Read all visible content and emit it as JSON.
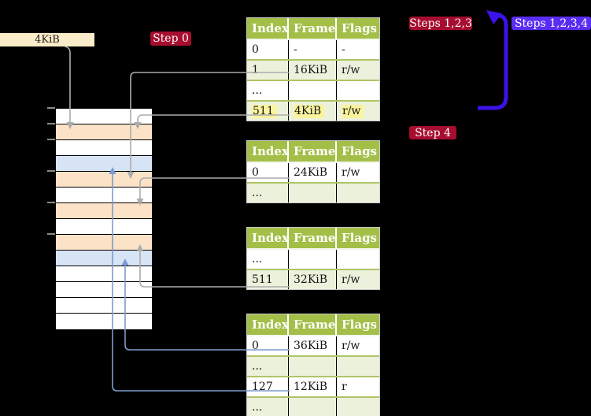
{
  "labels": {
    "page_size": "4KiB"
  },
  "badges": {
    "step0": "Step 0",
    "steps123": "Steps 1,2,3",
    "steps1234": "Steps 1,2,3,4",
    "step4": "Step 4"
  },
  "tables": [
    {
      "headers": [
        "Index",
        "Frame",
        "Flags"
      ],
      "rows": [
        [
          "0",
          "-",
          "-"
        ],
        [
          "1",
          "16KiB",
          "r/w"
        ],
        [
          "...",
          "",
          ""
        ],
        [
          "511",
          "4KiB",
          "r/w"
        ]
      ]
    },
    {
      "headers": [
        "Index",
        "Frame",
        "Flags"
      ],
      "rows": [
        [
          "0",
          "24KiB",
          "r/w"
        ],
        [
          "...",
          "",
          ""
        ]
      ]
    },
    {
      "headers": [
        "Index",
        "Frame",
        "Flags"
      ],
      "rows": [
        [
          "...",
          "",
          ""
        ],
        [
          "511",
          "32KiB",
          "r/w"
        ]
      ]
    },
    {
      "headers": [
        "Index",
        "Frame",
        "Flags"
      ],
      "rows": [
        [
          "0",
          "36KiB",
          "r/w"
        ],
        [
          "...",
          "",
          ""
        ],
        [
          "127",
          "12KiB",
          "r"
        ],
        [
          "...",
          "",
          ""
        ]
      ]
    }
  ],
  "memory": {
    "rows": [
      "white",
      "orange",
      "white",
      "blue",
      "orange",
      "white",
      "orange",
      "white",
      "orange",
      "blue",
      "white",
      "white",
      "white",
      "white"
    ]
  },
  "colors": {
    "badge_red": "#A60D2F",
    "badge_violet": "#5A2EF2",
    "arrow_blue": "#3B12E9",
    "connector_gray": "#ACACAC",
    "connector_blue": "#7D9AD0",
    "table_header_green": "#A3BF47",
    "table_row_green": "#ECF1DC",
    "highlight_yellow": "#FBF49E",
    "memory_frame_orange": "#FCE3C8",
    "memory_page_blue": "#D7E4F5",
    "label_cream": "#FAEBC9"
  }
}
